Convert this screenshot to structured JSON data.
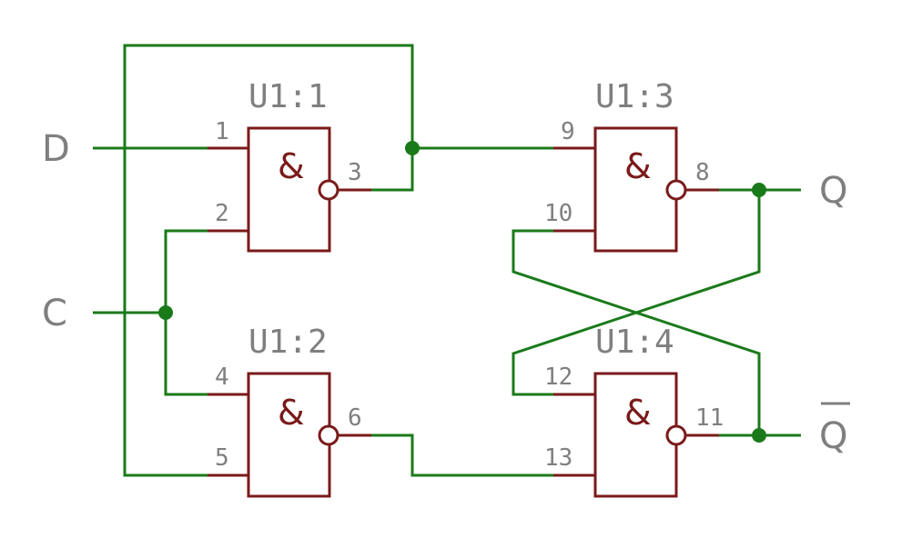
{
  "ports": {
    "d": "D",
    "c": "C",
    "q": "Q",
    "qbar": "Q"
  },
  "gates": {
    "u1_1": {
      "name": "U1:1",
      "symbol": "&",
      "pin_a": "1",
      "pin_b": "2",
      "pin_out": "3"
    },
    "u1_2": {
      "name": "U1:2",
      "symbol": "&",
      "pin_a": "4",
      "pin_b": "5",
      "pin_out": "6"
    },
    "u1_3": {
      "name": "U1:3",
      "symbol": "&",
      "pin_a": "9",
      "pin_b": "10",
      "pin_out": "8"
    },
    "u1_4": {
      "name": "U1:4",
      "symbol": "&",
      "pin_a": "12",
      "pin_b": "13",
      "pin_out": "11"
    }
  },
  "colors": {
    "wire": "#1a7a1a",
    "component": "#7a1a1a",
    "label": "#7f7f7f"
  }
}
